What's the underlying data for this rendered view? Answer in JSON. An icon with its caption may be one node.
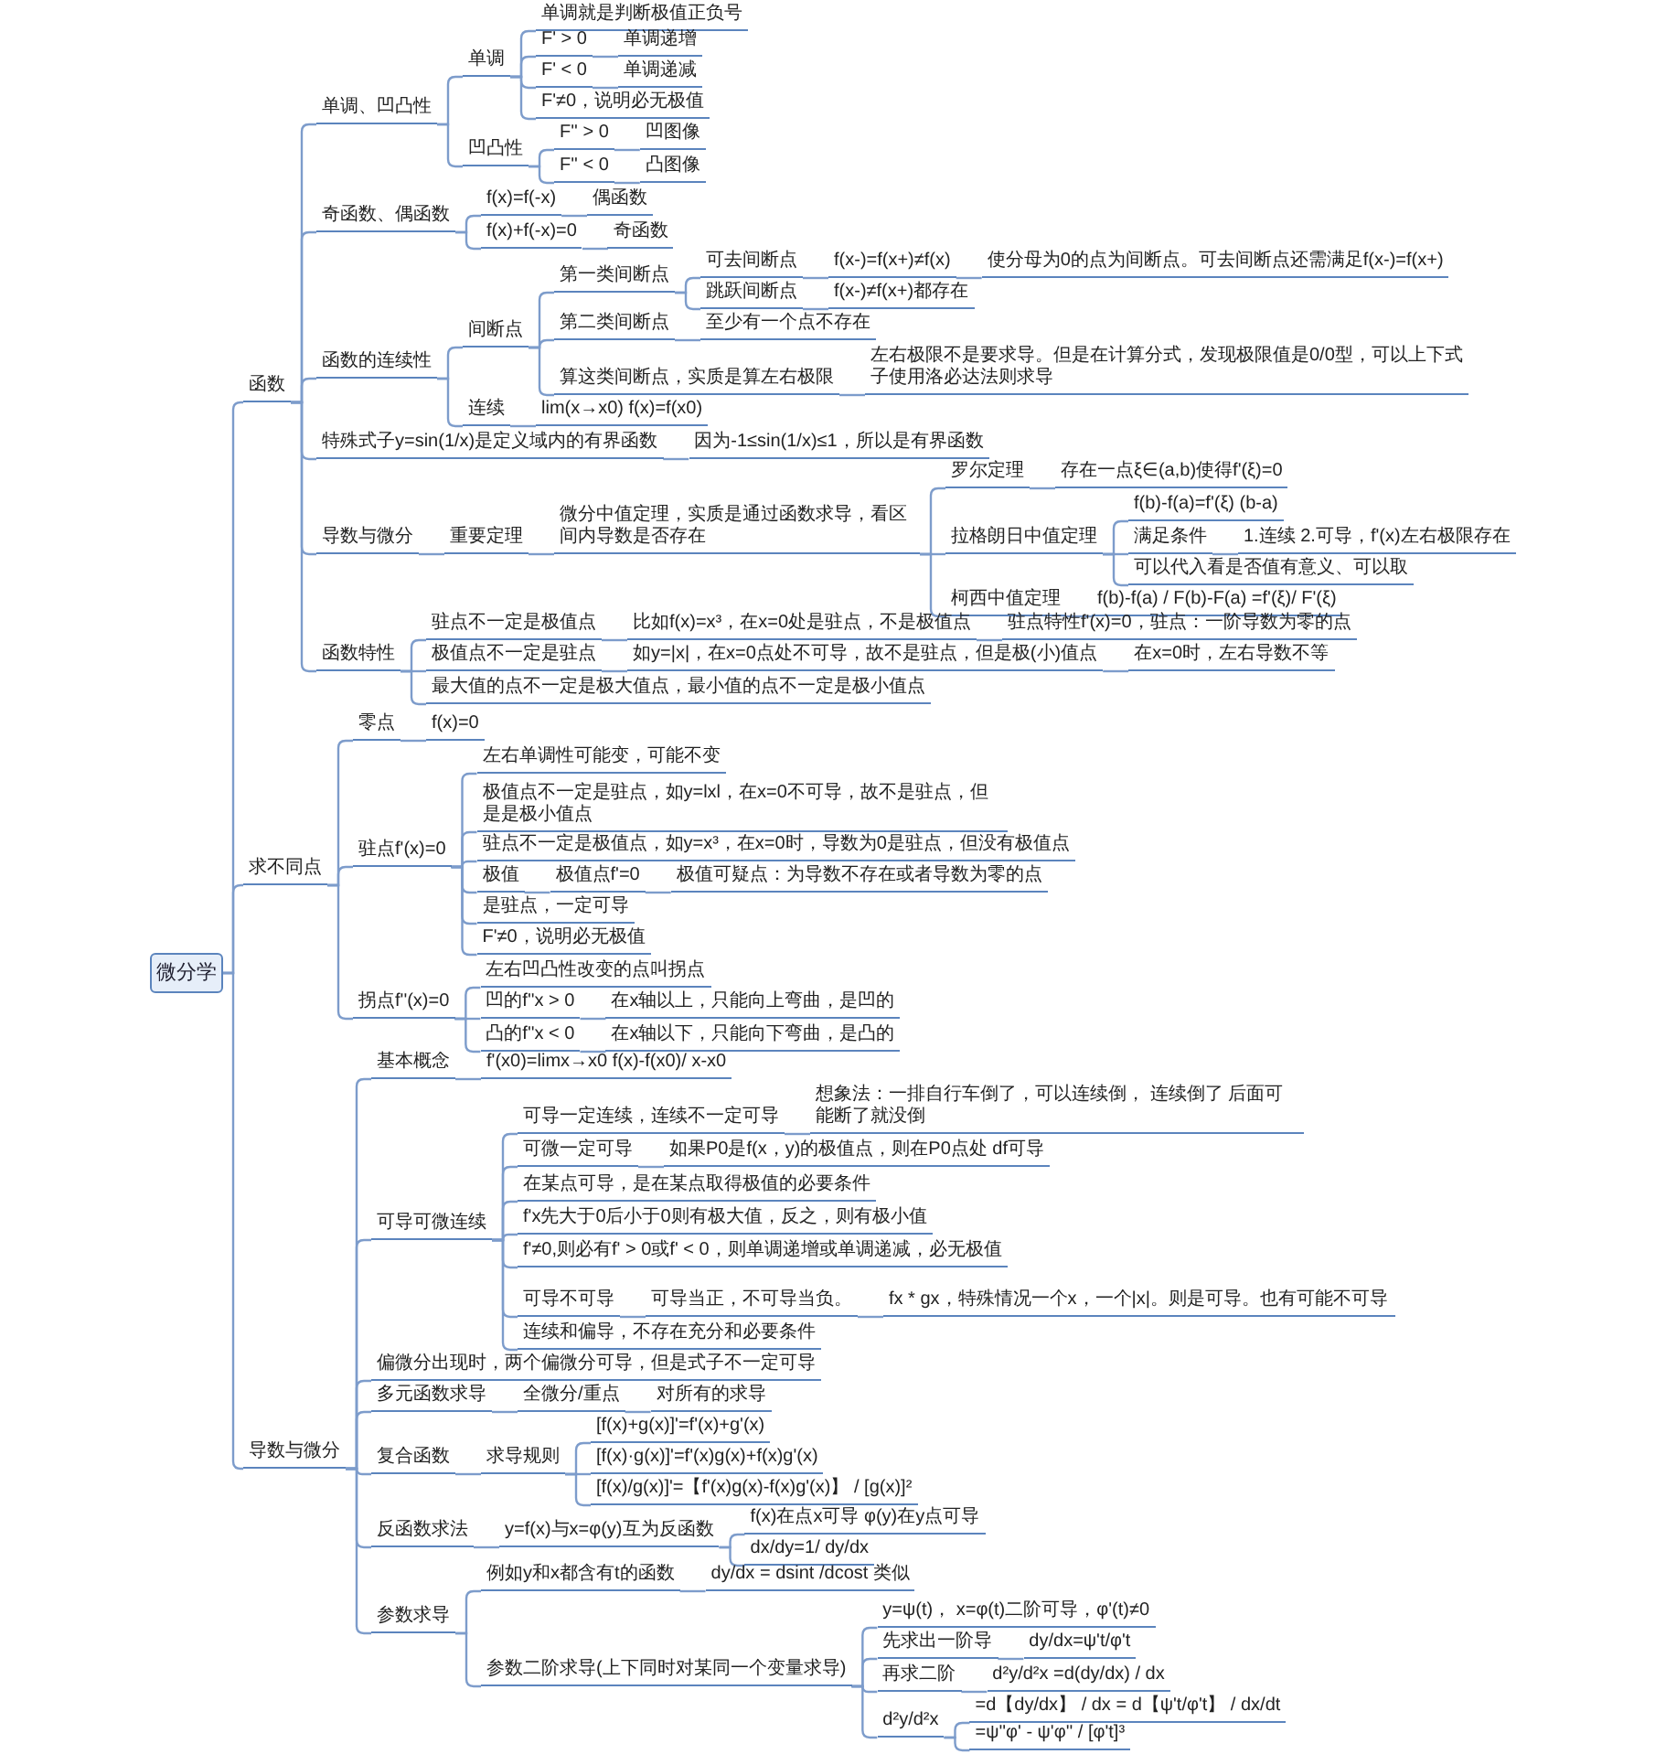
{
  "diagram": {
    "nodes": [
      {
        "text": [
          "微分学"
        ]
      },
      {
        "text": [
          "函数"
        ]
      },
      {
        "text": [
          "单调、凹凸性"
        ]
      },
      {
        "text": [
          "单调"
        ]
      },
      {
        "text": [
          "单调就是判断极值正负号"
        ]
      },
      {
        "text": [
          "F' > 0"
        ]
      },
      {
        "text": [
          "单调递增"
        ]
      },
      {
        "text": [
          "F' < 0"
        ]
      },
      {
        "text": [
          "单调递减"
        ]
      },
      {
        "text": [
          "F'≠0，说明必无极值"
        ]
      },
      {
        "text": [
          "凹凸性"
        ]
      },
      {
        "text": [
          "F'' > 0"
        ]
      },
      {
        "text": [
          "凹图像"
        ]
      },
      {
        "text": [
          "F'' < 0"
        ]
      },
      {
        "text": [
          "凸图像"
        ]
      },
      {
        "text": [
          "奇函数、偶函数"
        ]
      },
      {
        "text": [
          "f(x)=f(-x)"
        ]
      },
      {
        "text": [
          "偶函数"
        ]
      },
      {
        "text": [
          "f(x)+f(-x)=0"
        ]
      },
      {
        "text": [
          "奇函数"
        ]
      },
      {
        "text": [
          "函数的连续性"
        ]
      },
      {
        "text": [
          "间断点"
        ]
      },
      {
        "text": [
          "第一类间断点"
        ]
      },
      {
        "text": [
          "可去间断点"
        ]
      },
      {
        "text": [
          "f(x-)=f(x+)≠f(x)"
        ]
      },
      {
        "text": [
          "使分母为0的点为间断点。可去间断点还需满足f(x-)=f(x+)"
        ]
      },
      {
        "text": [
          "跳跃间断点"
        ]
      },
      {
        "text": [
          "f(x-)≠f(x+)都存在"
        ]
      },
      {
        "text": [
          "第二类间断点"
        ]
      },
      {
        "text": [
          "至少有一个点不存在"
        ]
      },
      {
        "text": [
          "算这类间断点，实质是算左右极限"
        ]
      },
      {
        "text": [
          "左右极限不是要求导。但是在计算分式，发现极限值是0/0型，可以上下式子使用洛必达法则求导"
        ]
      },
      {
        "text": [
          "连续"
        ]
      },
      {
        "text": [
          "lim(x→x0)  f(x)=f(x0)"
        ]
      },
      {
        "text": [
          "特殊式子y=sin(1/x)是定义域内的有界函数"
        ]
      },
      {
        "text": [
          "因为-1≤sin(1/x)≤1，所以是有界函数"
        ]
      },
      {
        "text": [
          "导数与微分"
        ]
      },
      {
        "text": [
          "重要定理"
        ]
      },
      {
        "text": [
          "微分中值定理，实质是通过函数求导，看区间内导数是否存在"
        ]
      },
      {
        "text": [
          "罗尔定理"
        ]
      },
      {
        "text": [
          "存在一点ξ∈(a,b)使得f'(ξ)=0"
        ]
      },
      {
        "text": [
          "拉格朗日中值定理"
        ]
      },
      {
        "text": [
          "f(b)-f(a)=f'(ξ) (b-a)"
        ]
      },
      {
        "text": [
          "满足条件"
        ]
      },
      {
        "text": [
          "1.连续 2.可导，f'(x)左右极限存在"
        ]
      },
      {
        "text": [
          "可以代入看是否值有意义、可以取"
        ]
      },
      {
        "text": [
          "柯西中值定理"
        ]
      },
      {
        "text": [
          "f(b)-f(a) / F(b)-F(a) =f'(ξ)/ F'(ξ)"
        ]
      },
      {
        "text": [
          "函数特性"
        ]
      },
      {
        "text": [
          "驻点不一定是极值点"
        ]
      },
      {
        "text": [
          "比如f(x)=x³，在x=0处是驻点，不是极值点"
        ]
      },
      {
        "text": [
          "驻点特性f'(x)=0，驻点：一阶导数为零的点"
        ]
      },
      {
        "text": [
          "极值点不一定是驻点"
        ]
      },
      {
        "text": [
          "如y=|x|，在x=0点处不可导，故不是驻点，但是极(小)值点"
        ]
      },
      {
        "text": [
          "在x=0时，左右导数不等"
        ]
      },
      {
        "text": [
          "最大值的点不一定是极大值点，最小值的点不一定是极小值点"
        ]
      },
      {
        "text": [
          "求不同点"
        ]
      },
      {
        "text": [
          "零点"
        ]
      },
      {
        "text": [
          "f(x)=0"
        ]
      },
      {
        "text": [
          "驻点f'(x)=0"
        ]
      },
      {
        "text": [
          "左右单调性可能变，可能不变"
        ]
      },
      {
        "text": [
          "极值点不一定是驻点，如y=lxl，在x=0不可导，故不是驻点，但是是极小值点"
        ]
      },
      {
        "text": [
          "驻点不一定是极值点，如y=x³，在x=0时，导数为0是驻点，但没有极值点"
        ]
      },
      {
        "text": [
          "极值"
        ]
      },
      {
        "text": [
          "极值点f'=0"
        ]
      },
      {
        "text": [
          "极值可疑点：为导数不存在或者导数为零的点"
        ]
      },
      {
        "text": [
          "是驻点，一定可导"
        ]
      },
      {
        "text": [
          "F'≠0，说明必无极值"
        ]
      },
      {
        "text": [
          "拐点f''(x)=0"
        ]
      },
      {
        "text": [
          "左右凹凸性改变的点叫拐点"
        ]
      },
      {
        "text": [
          "凹的f''x > 0"
        ]
      },
      {
        "text": [
          "在x轴以上，只能向上弯曲，是凹的"
        ]
      },
      {
        "text": [
          "凸的f''x < 0"
        ]
      },
      {
        "text": [
          "在x轴以下，只能向下弯曲，是凸的"
        ]
      },
      {
        "text": [
          "导数与微分"
        ]
      },
      {
        "text": [
          "基本概念"
        ]
      },
      {
        "text": [
          "f'(x0)=limx→x0  f(x)-f(x0)/ x-x0"
        ]
      },
      {
        "text": [
          "可导可微连续"
        ]
      },
      {
        "text": [
          "可导一定连续，连续不一定可导"
        ]
      },
      {
        "text": [
          "想象法：一排自行车倒了，可以连续倒， 连续倒了 后面可能断了就没倒"
        ]
      },
      {
        "text": [
          "可微一定可导"
        ]
      },
      {
        "text": [
          "如果P0是f(x，y)的极值点，则在P0点处 df可导"
        ]
      },
      {
        "text": [
          "在某点可导，是在某点取得极值的必要条件"
        ]
      },
      {
        "text": [
          "f'x先大于0后小于0则有极大值，反之，则有极小值"
        ]
      },
      {
        "text": [
          "f'≠0,则必有f' > 0或f' < 0，则单调递增或单调递减，必无极值"
        ]
      },
      {
        "text": [
          "可导不可导"
        ]
      },
      {
        "text": [
          "可导当正，不可导当负。"
        ]
      },
      {
        "text": [
          "fx * gx，特殊情况一个x，一个|x|。则是可导。也有可能不可导"
        ]
      },
      {
        "text": [
          "连续和偏导，不存在充分和必要条件"
        ]
      },
      {
        "text": [
          "偏微分出现时，两个偏微分可导，但是式子不一定可导"
        ]
      },
      {
        "text": [
          "多元函数求导"
        ]
      },
      {
        "text": [
          "全微分/重点"
        ]
      },
      {
        "text": [
          "对所有的求导"
        ]
      },
      {
        "text": [
          "复合函数"
        ]
      },
      {
        "text": [
          "求导规则"
        ]
      },
      {
        "text": [
          "[f(x)+g(x)]'=f'(x)+g'(x)"
        ]
      },
      {
        "text": [
          "[f(x)·g(x)]'=f'(x)g(x)+f(x)g'(x)"
        ]
      },
      {
        "text": [
          "[f(x)/g(x)]'=【f'(x)g(x)-f(x)g'(x)】 / [g(x)]²"
        ]
      },
      {
        "text": [
          "反函数求法"
        ]
      },
      {
        "text": [
          "y=f(x)与x=φ(y)互为反函数"
        ]
      },
      {
        "text": [
          "f(x)在点x可导  φ(y)在y点可导"
        ]
      },
      {
        "text": [
          "dx/dy=1/ dy/dx"
        ]
      },
      {
        "text": [
          "参数求导"
        ]
      },
      {
        "text": [
          "例如y和x都含有t的函数"
        ]
      },
      {
        "text": [
          "dy/dx = dsint /dcost 类似"
        ]
      },
      {
        "text": [
          "参数二阶求导(上下同时对某同一个变量求导)"
        ]
      },
      {
        "text": [
          "y=ψ(t)，  x=φ(t)二阶可导，φ'(t)≠0"
        ]
      },
      {
        "text": [
          "先求出一阶导"
        ]
      },
      {
        "text": [
          "dy/dx=ψ't/φ't"
        ]
      },
      {
        "text": [
          "再求二阶"
        ]
      },
      {
        "text": [
          "d²y/d²x =d(dy/dx) / dx"
        ]
      },
      {
        "text": [
          "d²y/d²x"
        ]
      },
      {
        "text": [
          "=d【dy/dx】 / dx = d【ψ't/φ't】 / dx/dt"
        ]
      },
      {
        "text": [
          "=ψ''φ' - ψ'φ''  / [φ't]³"
        ]
      }
    ],
    "edges": [
      {
        "from": 0,
        "to": 1,
        "arrow": "none"
      },
      {
        "from": 0,
        "to": 56,
        "arrow": "none"
      },
      {
        "from": 0,
        "to": 74,
        "arrow": "none"
      },
      {
        "from": 1,
        "to": 2,
        "arrow": "none"
      },
      {
        "from": 1,
        "to": 15,
        "arrow": "none"
      },
      {
        "from": 1,
        "to": 20,
        "arrow": "none"
      },
      {
        "from": 1,
        "to": 34,
        "arrow": "none"
      },
      {
        "from": 1,
        "to": 36,
        "arrow": "none"
      },
      {
        "from": 1,
        "to": 48,
        "arrow": "none"
      },
      {
        "from": 2,
        "to": 3,
        "arrow": "none"
      },
      {
        "from": 2,
        "to": 10,
        "arrow": "none"
      },
      {
        "from": 3,
        "to": 4,
        "arrow": "none"
      },
      {
        "from": 3,
        "to": 5,
        "arrow": "none"
      },
      {
        "from": 3,
        "to": 7,
        "arrow": "none"
      },
      {
        "from": 3,
        "to": 9,
        "arrow": "none"
      },
      {
        "from": 5,
        "to": 6,
        "arrow": "none"
      },
      {
        "from": 7,
        "to": 8,
        "arrow": "none"
      },
      {
        "from": 10,
        "to": 11,
        "arrow": "none"
      },
      {
        "from": 10,
        "to": 13,
        "arrow": "none"
      },
      {
        "from": 11,
        "to": 12,
        "arrow": "none"
      },
      {
        "from": 13,
        "to": 14,
        "arrow": "none"
      },
      {
        "from": 15,
        "to": 16,
        "arrow": "none"
      },
      {
        "from": 15,
        "to": 18,
        "arrow": "none"
      },
      {
        "from": 16,
        "to": 17,
        "arrow": "none"
      },
      {
        "from": 18,
        "to": 19,
        "arrow": "none"
      },
      {
        "from": 20,
        "to": 21,
        "arrow": "none"
      },
      {
        "from": 20,
        "to": 32,
        "arrow": "none"
      },
      {
        "from": 21,
        "to": 22,
        "arrow": "none"
      },
      {
        "from": 21,
        "to": 28,
        "arrow": "none"
      },
      {
        "from": 21,
        "to": 30,
        "arrow": "none"
      },
      {
        "from": 22,
        "to": 23,
        "arrow": "none"
      },
      {
        "from": 22,
        "to": 26,
        "arrow": "none"
      },
      {
        "from": 23,
        "to": 24,
        "arrow": "none"
      },
      {
        "from": 24,
        "to": 25,
        "arrow": "none"
      },
      {
        "from": 26,
        "to": 27,
        "arrow": "none"
      },
      {
        "from": 28,
        "to": 29,
        "arrow": "none"
      },
      {
        "from": 30,
        "to": 31,
        "arrow": "none"
      },
      {
        "from": 32,
        "to": 33,
        "arrow": "none"
      },
      {
        "from": 34,
        "to": 35,
        "arrow": "none"
      },
      {
        "from": 36,
        "to": 37,
        "arrow": "none"
      },
      {
        "from": 37,
        "to": 38,
        "arrow": "none"
      },
      {
        "from": 38,
        "to": 39,
        "arrow": "none"
      },
      {
        "from": 38,
        "to": 41,
        "arrow": "none"
      },
      {
        "from": 38,
        "to": 46,
        "arrow": "none"
      },
      {
        "from": 39,
        "to": 40,
        "arrow": "none"
      },
      {
        "from": 41,
        "to": 42,
        "arrow": "none"
      },
      {
        "from": 41,
        "to": 43,
        "arrow": "none"
      },
      {
        "from": 41,
        "to": 45,
        "arrow": "none"
      },
      {
        "from": 43,
        "to": 44,
        "arrow": "none"
      },
      {
        "from": 46,
        "to": 47,
        "arrow": "none"
      },
      {
        "from": 48,
        "to": 49,
        "arrow": "none"
      },
      {
        "from": 48,
        "to": 52,
        "arrow": "none"
      },
      {
        "from": 48,
        "to": 55,
        "arrow": "none"
      },
      {
        "from": 49,
        "to": 50,
        "arrow": "none"
      },
      {
        "from": 50,
        "to": 51,
        "arrow": "none"
      },
      {
        "from": 52,
        "to": 53,
        "arrow": "none"
      },
      {
        "from": 53,
        "to": 54,
        "arrow": "none"
      },
      {
        "from": 56,
        "to": 57,
        "arrow": "none"
      },
      {
        "from": 56,
        "to": 59,
        "arrow": "none"
      },
      {
        "from": 56,
        "to": 68,
        "arrow": "none"
      },
      {
        "from": 57,
        "to": 58,
        "arrow": "none"
      },
      {
        "from": 59,
        "to": 60,
        "arrow": "none"
      },
      {
        "from": 59,
        "to": 61,
        "arrow": "none"
      },
      {
        "from": 59,
        "to": 62,
        "arrow": "none"
      },
      {
        "from": 59,
        "to": 63,
        "arrow": "none"
      },
      {
        "from": 59,
        "to": 66,
        "arrow": "none"
      },
      {
        "from": 59,
        "to": 67,
        "arrow": "none"
      },
      {
        "from": 63,
        "to": 64,
        "arrow": "none"
      },
      {
        "from": 64,
        "to": 65,
        "arrow": "none"
      },
      {
        "from": 68,
        "to": 69,
        "arrow": "none"
      },
      {
        "from": 68,
        "to": 70,
        "arrow": "none"
      },
      {
        "from": 68,
        "to": 72,
        "arrow": "none"
      },
      {
        "from": 70,
        "to": 71,
        "arrow": "none"
      },
      {
        "from": 72,
        "to": 73,
        "arrow": "none"
      },
      {
        "from": 74,
        "to": 75,
        "arrow": "none"
      },
      {
        "from": 74,
        "to": 77,
        "arrow": "none"
      },
      {
        "from": 74,
        "to": 89,
        "arrow": "none"
      },
      {
        "from": 74,
        "to": 90,
        "arrow": "none"
      },
      {
        "from": 74,
        "to": 93,
        "arrow": "none"
      },
      {
        "from": 74,
        "to": 98,
        "arrow": "none"
      },
      {
        "from": 74,
        "to": 102,
        "arrow": "none"
      },
      {
        "from": 75,
        "to": 76,
        "arrow": "none"
      },
      {
        "from": 77,
        "to": 78,
        "arrow": "none"
      },
      {
        "from": 77,
        "to": 80,
        "arrow": "none"
      },
      {
        "from": 77,
        "to": 82,
        "arrow": "none"
      },
      {
        "from": 77,
        "to": 83,
        "arrow": "none"
      },
      {
        "from": 77,
        "to": 84,
        "arrow": "none"
      },
      {
        "from": 77,
        "to": 85,
        "arrow": "none"
      },
      {
        "from": 77,
        "to": 88,
        "arrow": "none"
      },
      {
        "from": 78,
        "to": 79,
        "arrow": "none"
      },
      {
        "from": 80,
        "to": 81,
        "arrow": "none"
      },
      {
        "from": 85,
        "to": 86,
        "arrow": "none"
      },
      {
        "from": 86,
        "to": 87,
        "arrow": "none"
      },
      {
        "from": 90,
        "to": 91,
        "arrow": "none"
      },
      {
        "from": 91,
        "to": 92,
        "arrow": "none"
      },
      {
        "from": 93,
        "to": 94,
        "arrow": "none"
      },
      {
        "from": 94,
        "to": 95,
        "arrow": "none"
      },
      {
        "from": 94,
        "to": 96,
        "arrow": "none"
      },
      {
        "from": 94,
        "to": 97,
        "arrow": "none"
      },
      {
        "from": 98,
        "to": 99,
        "arrow": "none"
      },
      {
        "from": 99,
        "to": 100,
        "arrow": "none"
      },
      {
        "from": 99,
        "to": 101,
        "arrow": "none"
      },
      {
        "from": 102,
        "to": 103,
        "arrow": "none"
      },
      {
        "from": 102,
        "to": 105,
        "arrow": "none"
      },
      {
        "from": 103,
        "to": 104,
        "arrow": "none"
      },
      {
        "from": 105,
        "to": 106,
        "arrow": "none"
      },
      {
        "from": 105,
        "to": 107,
        "arrow": "none"
      },
      {
        "from": 105,
        "to": 109,
        "arrow": "none"
      },
      {
        "from": 105,
        "to": 111,
        "arrow": "none"
      },
      {
        "from": 107,
        "to": 108,
        "arrow": "none"
      },
      {
        "from": 109,
        "to": 110,
        "arrow": "none"
      },
      {
        "from": 111,
        "to": 112,
        "arrow": "none"
      },
      {
        "from": 111,
        "to": 113,
        "arrow": "none"
      }
    ]
  }
}
